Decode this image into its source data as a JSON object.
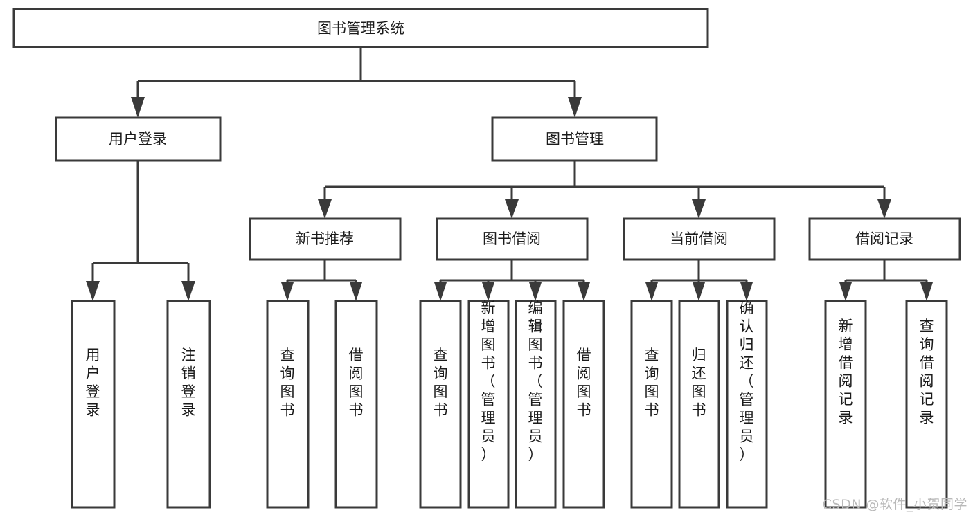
{
  "diagram": {
    "type": "tree-hierarchy",
    "orientation": "top-down",
    "title": "图书管理系统",
    "background_color": "#ffffff",
    "stroke_color": "#3a3a3a",
    "text_color": "#1b1b1b",
    "levels": [
      {
        "level": 1,
        "nodes": [
          {
            "id": "root",
            "label": "图书管理系统",
            "text_orientation": "horizontal"
          }
        ]
      },
      {
        "level": 2,
        "nodes": [
          {
            "id": "user-login",
            "label": "用户登录",
            "text_orientation": "horizontal",
            "parent": "root"
          },
          {
            "id": "book-manage",
            "label": "图书管理",
            "text_orientation": "horizontal",
            "parent": "root"
          }
        ]
      },
      {
        "level": 3,
        "nodes": [
          {
            "id": "new-book-rec",
            "label": "新书推荐",
            "text_orientation": "horizontal",
            "parent": "book-manage"
          },
          {
            "id": "book-borrow",
            "label": "图书借阅",
            "text_orientation": "horizontal",
            "parent": "book-manage"
          },
          {
            "id": "current-borrow",
            "label": "当前借阅",
            "text_orientation": "horizontal",
            "parent": "book-manage"
          },
          {
            "id": "borrow-record",
            "label": "借阅记录",
            "text_orientation": "horizontal",
            "parent": "book-manage"
          }
        ]
      },
      {
        "level": 4,
        "nodes": [
          {
            "id": "leaf-user-login",
            "label": "用户登录",
            "text_orientation": "vertical",
            "parent": "user-login"
          },
          {
            "id": "leaf-user-logout",
            "label": "注销登录",
            "text_orientation": "vertical",
            "parent": "user-login"
          },
          {
            "id": "leaf-query-book-1",
            "label": "查询图书",
            "text_orientation": "vertical",
            "parent": "new-book-rec"
          },
          {
            "id": "leaf-borrow-book-1",
            "label": "借阅图书",
            "text_orientation": "vertical",
            "parent": "new-book-rec"
          },
          {
            "id": "leaf-query-book-2",
            "label": "查询图书",
            "text_orientation": "vertical",
            "parent": "book-borrow"
          },
          {
            "id": "leaf-add-book",
            "label": "新增图书（管理员）",
            "text_orientation": "vertical",
            "parent": "book-borrow"
          },
          {
            "id": "leaf-edit-book",
            "label": "编辑图书（管理员）",
            "text_orientation": "vertical",
            "parent": "book-borrow"
          },
          {
            "id": "leaf-borrow-book-2",
            "label": "借阅图书",
            "text_orientation": "vertical",
            "parent": "book-borrow"
          },
          {
            "id": "leaf-query-book-3",
            "label": "查询图书",
            "text_orientation": "vertical",
            "parent": "current-borrow"
          },
          {
            "id": "leaf-return-book",
            "label": "归还图书",
            "text_orientation": "vertical",
            "parent": "current-borrow"
          },
          {
            "id": "leaf-confirm-return",
            "label": "确认归还（管理员）",
            "text_orientation": "vertical",
            "parent": "current-borrow"
          },
          {
            "id": "leaf-add-record",
            "label": "新增借阅记录",
            "text_orientation": "vertical",
            "parent": "borrow-record"
          },
          {
            "id": "leaf-query-record",
            "label": "查询借阅记录",
            "text_orientation": "vertical",
            "parent": "borrow-record"
          }
        ]
      }
    ]
  },
  "watermark": {
    "text": "CSDN @软件_小贺同学"
  }
}
